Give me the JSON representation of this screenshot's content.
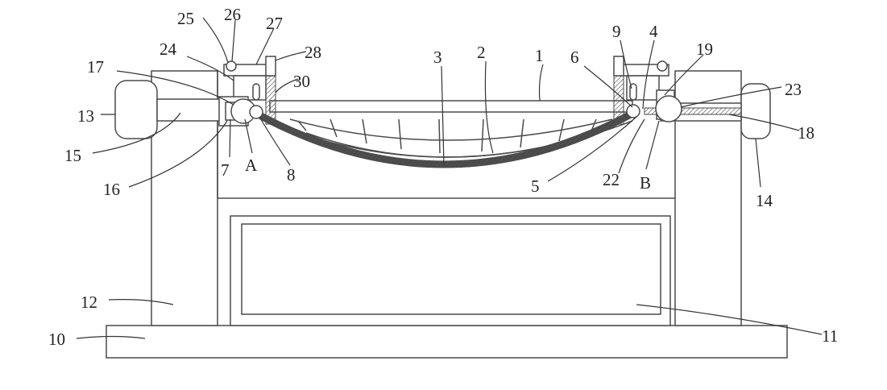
{
  "figure": {
    "labels": [
      "25",
      "26",
      "27",
      "28",
      "24",
      "17",
      "30",
      "13",
      "15",
      "16",
      "7",
      "A",
      "8",
      "3",
      "2",
      "1",
      "6",
      "9",
      "4",
      "19",
      "23",
      "18",
      "14",
      "5",
      "22",
      "B",
      "12",
      "11",
      "10"
    ],
    "line_color": "#4a4a4a"
  }
}
